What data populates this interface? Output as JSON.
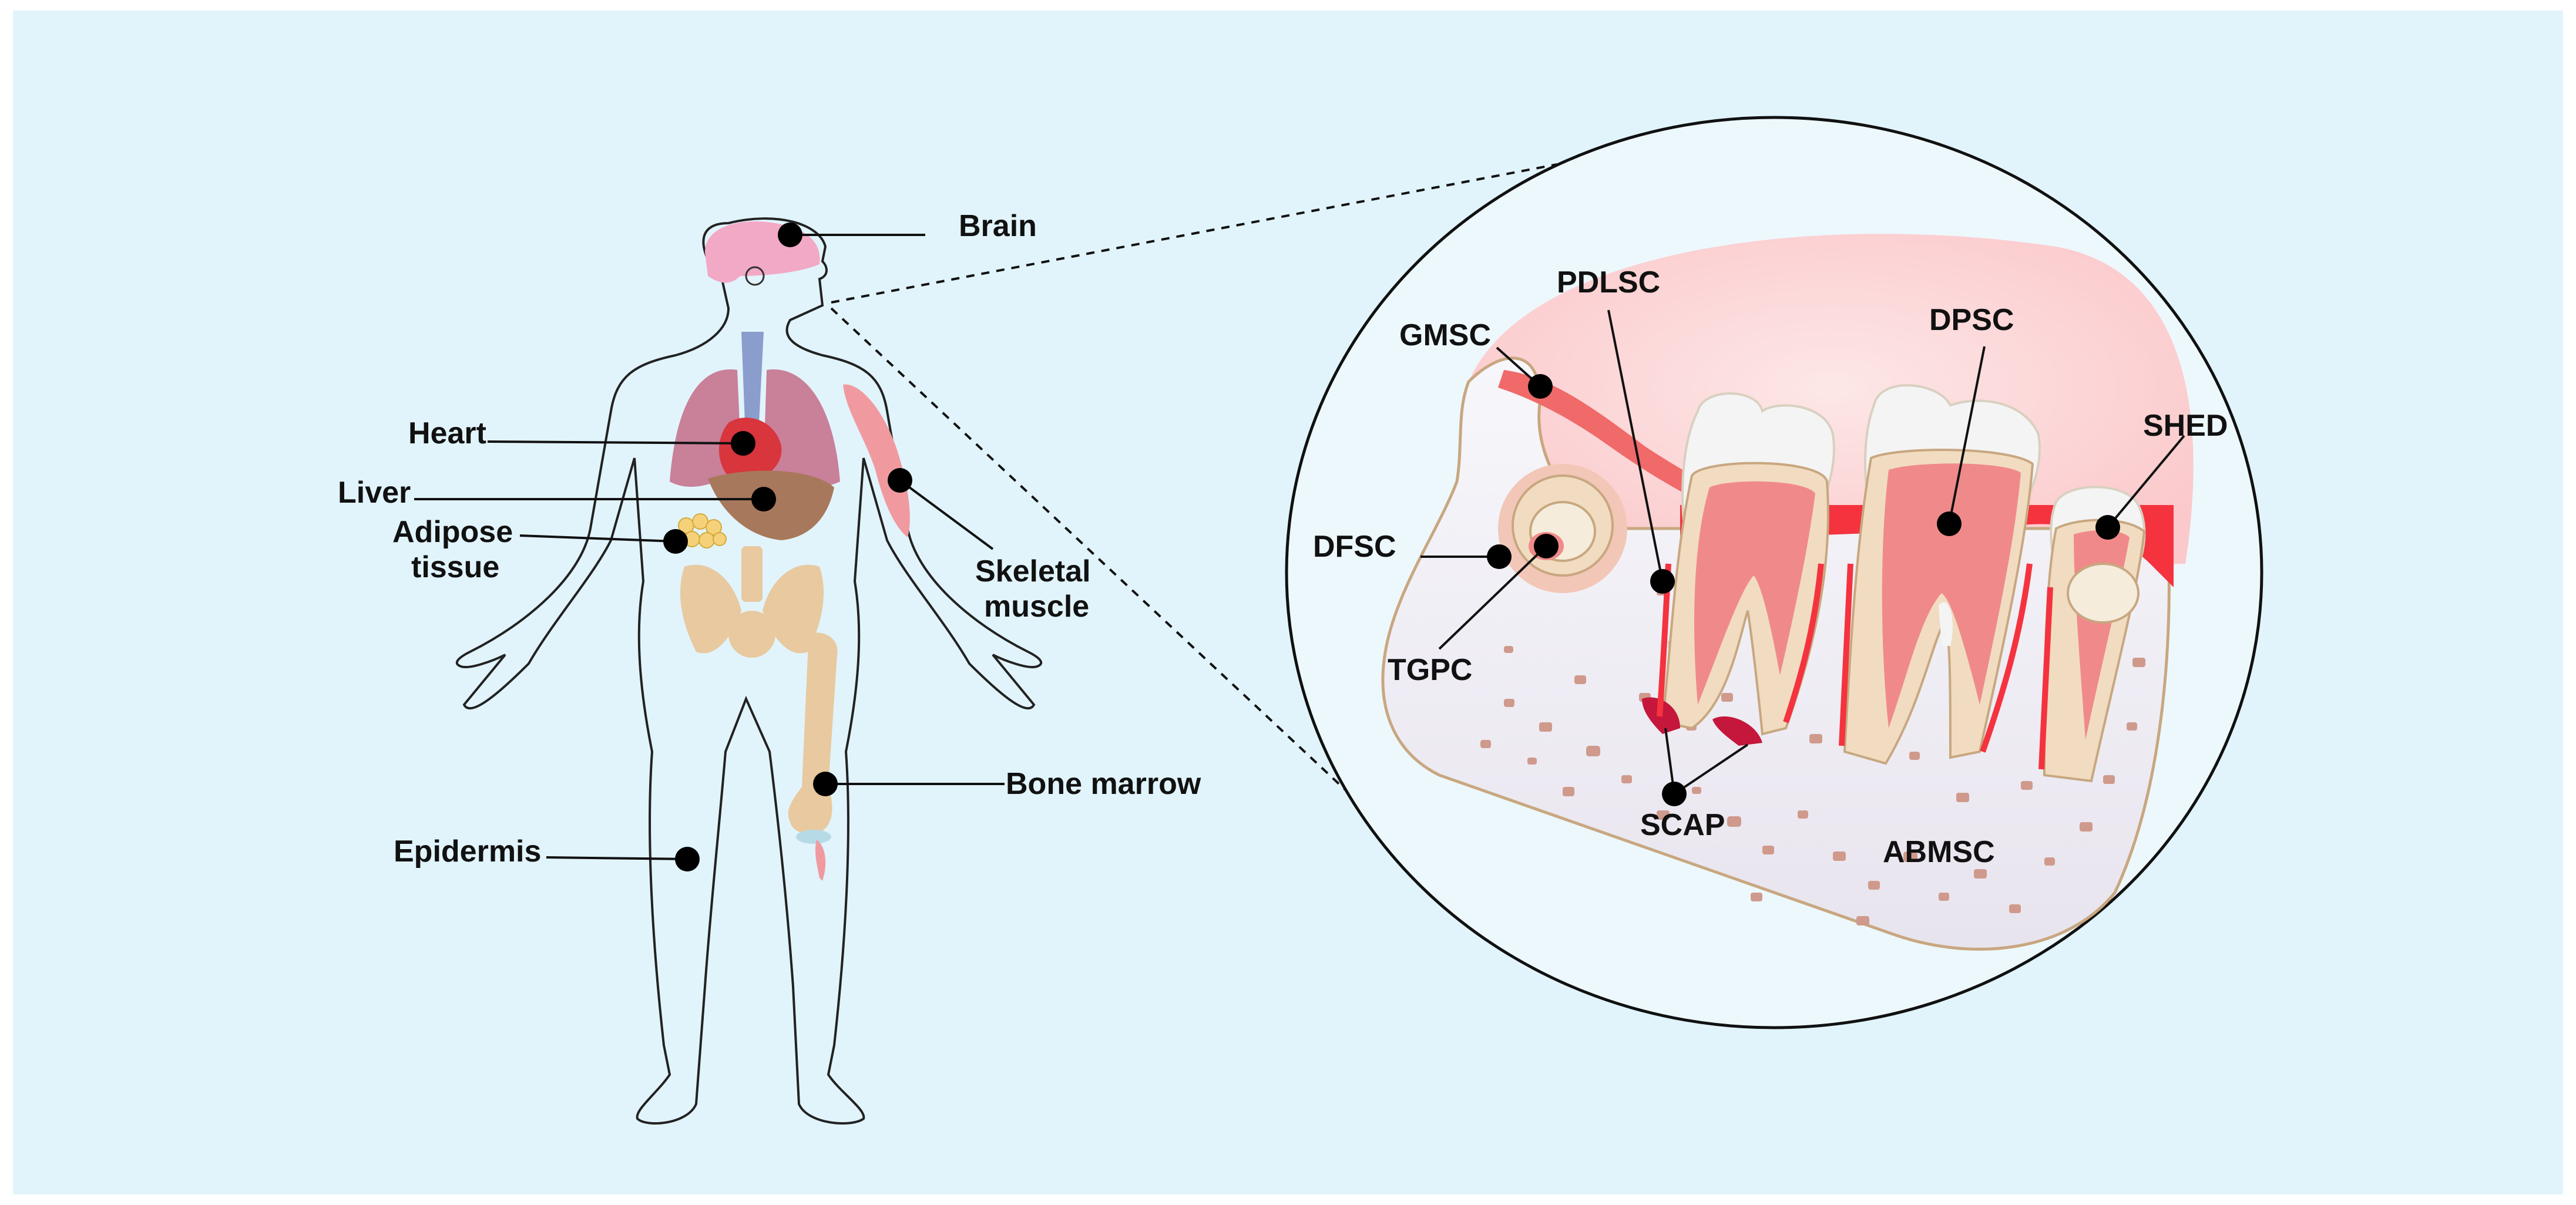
{
  "body_labels": {
    "brain": "Brain",
    "heart": "Heart",
    "liver": "Liver",
    "adipose_1": "Adipose",
    "adipose_2": "tissue",
    "skeletal_1": "Skeletal",
    "skeletal_2": "muscle",
    "bone_marrow": "Bone marrow",
    "epidermis": "Epidermis"
  },
  "dental_labels": {
    "pdlsc": "PDLSC",
    "gmsc": "GMSC",
    "dpsc": "DPSC",
    "shed": "SHED",
    "dfsc": "DFSC",
    "tgpc": "TGPC",
    "scap": "SCAP",
    "abmsc": "ABMSC"
  },
  "colors": {
    "background": "#e1f4fc",
    "inset_fill": "#edf8fd",
    "marker": "#000000",
    "brain": "#f2a9c6",
    "lungs": "#c98099",
    "heart": "#d8353d",
    "liver": "#a8785c",
    "bone": "#e8c9a0",
    "muscle": "#f09aa0",
    "gum": "#fbd4d4",
    "enamel": "#f4f4f4",
    "dentin": "#f1dcc1",
    "pulp": "#f08a8a",
    "bone_dots": "#cf9a8c"
  }
}
